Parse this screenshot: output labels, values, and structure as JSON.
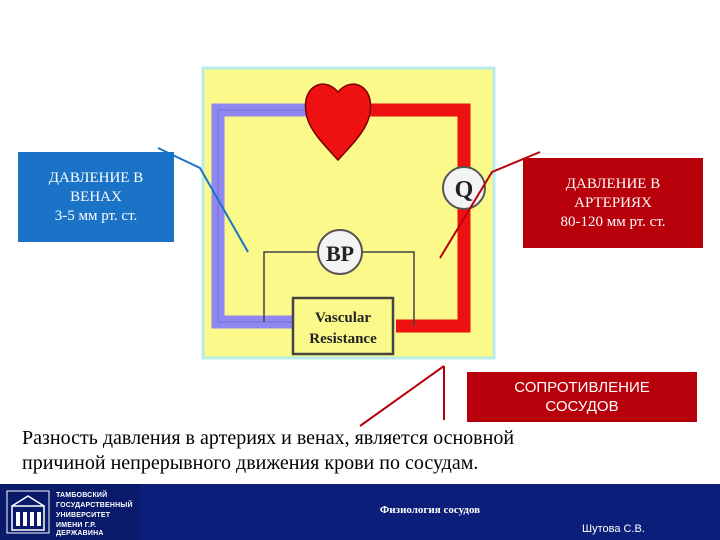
{
  "diagram": {
    "bp_label": "BP",
    "q_label": "Q",
    "resistance_label_line1": "Vascular",
    "resistance_label_line2": "Resistance",
    "colors": {
      "panel_bg": "#fbf98a",
      "vein": "#8e88f0",
      "artery": "#ee1111",
      "heart": "#ee1111"
    }
  },
  "callouts": {
    "veins": {
      "line1": "ДАВЛЕНИЕ В",
      "line2": "ВЕНАХ",
      "line3": "3-5 мм рт. ст."
    },
    "arteries": {
      "line1": "ДАВЛЕНИЕ В",
      "line2": "АРТЕРИЯХ",
      "line3": "80-120 мм рт. ст."
    },
    "resistance": {
      "line1": "СОПРОТИВЛЕНИЕ",
      "line2": "СОСУДОВ"
    }
  },
  "caption": {
    "line1": "Разность давления в артериях и венах, является основной",
    "line2": "причиной непрерывного движения крови по сосудам."
  },
  "footer": {
    "university_lines": [
      "ТАМБОВСКИЙ",
      "ГОСУДАРСТВЕННЫЙ",
      "УНИВЕРСИТЕТ",
      "ИМЕНИ Г.Р. ДЕРЖАВИНА"
    ],
    "course": "Физиология сосудов",
    "author": "Шутова С.В."
  }
}
